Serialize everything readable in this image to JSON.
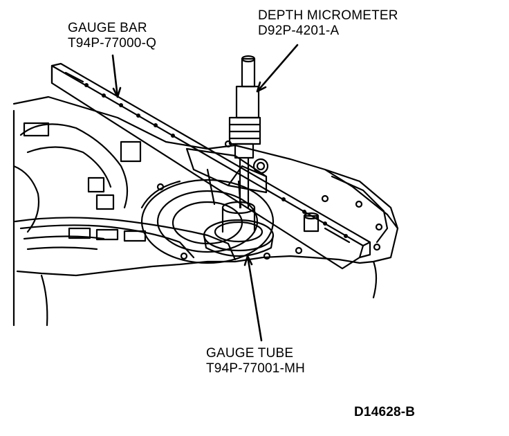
{
  "labels": {
    "gauge_bar": {
      "name": "GAUGE BAR",
      "part": "T94P-77000-Q"
    },
    "depth_micrometer": {
      "name": "DEPTH MICROMETER",
      "part": "D92P-4201-A"
    },
    "gauge_tube": {
      "name": "GAUGE TUBE",
      "part": "T94P-77001-MH"
    }
  },
  "figure_id": "D14628-B",
  "colors": {
    "ink": "#000000",
    "paper": "#ffffff"
  }
}
